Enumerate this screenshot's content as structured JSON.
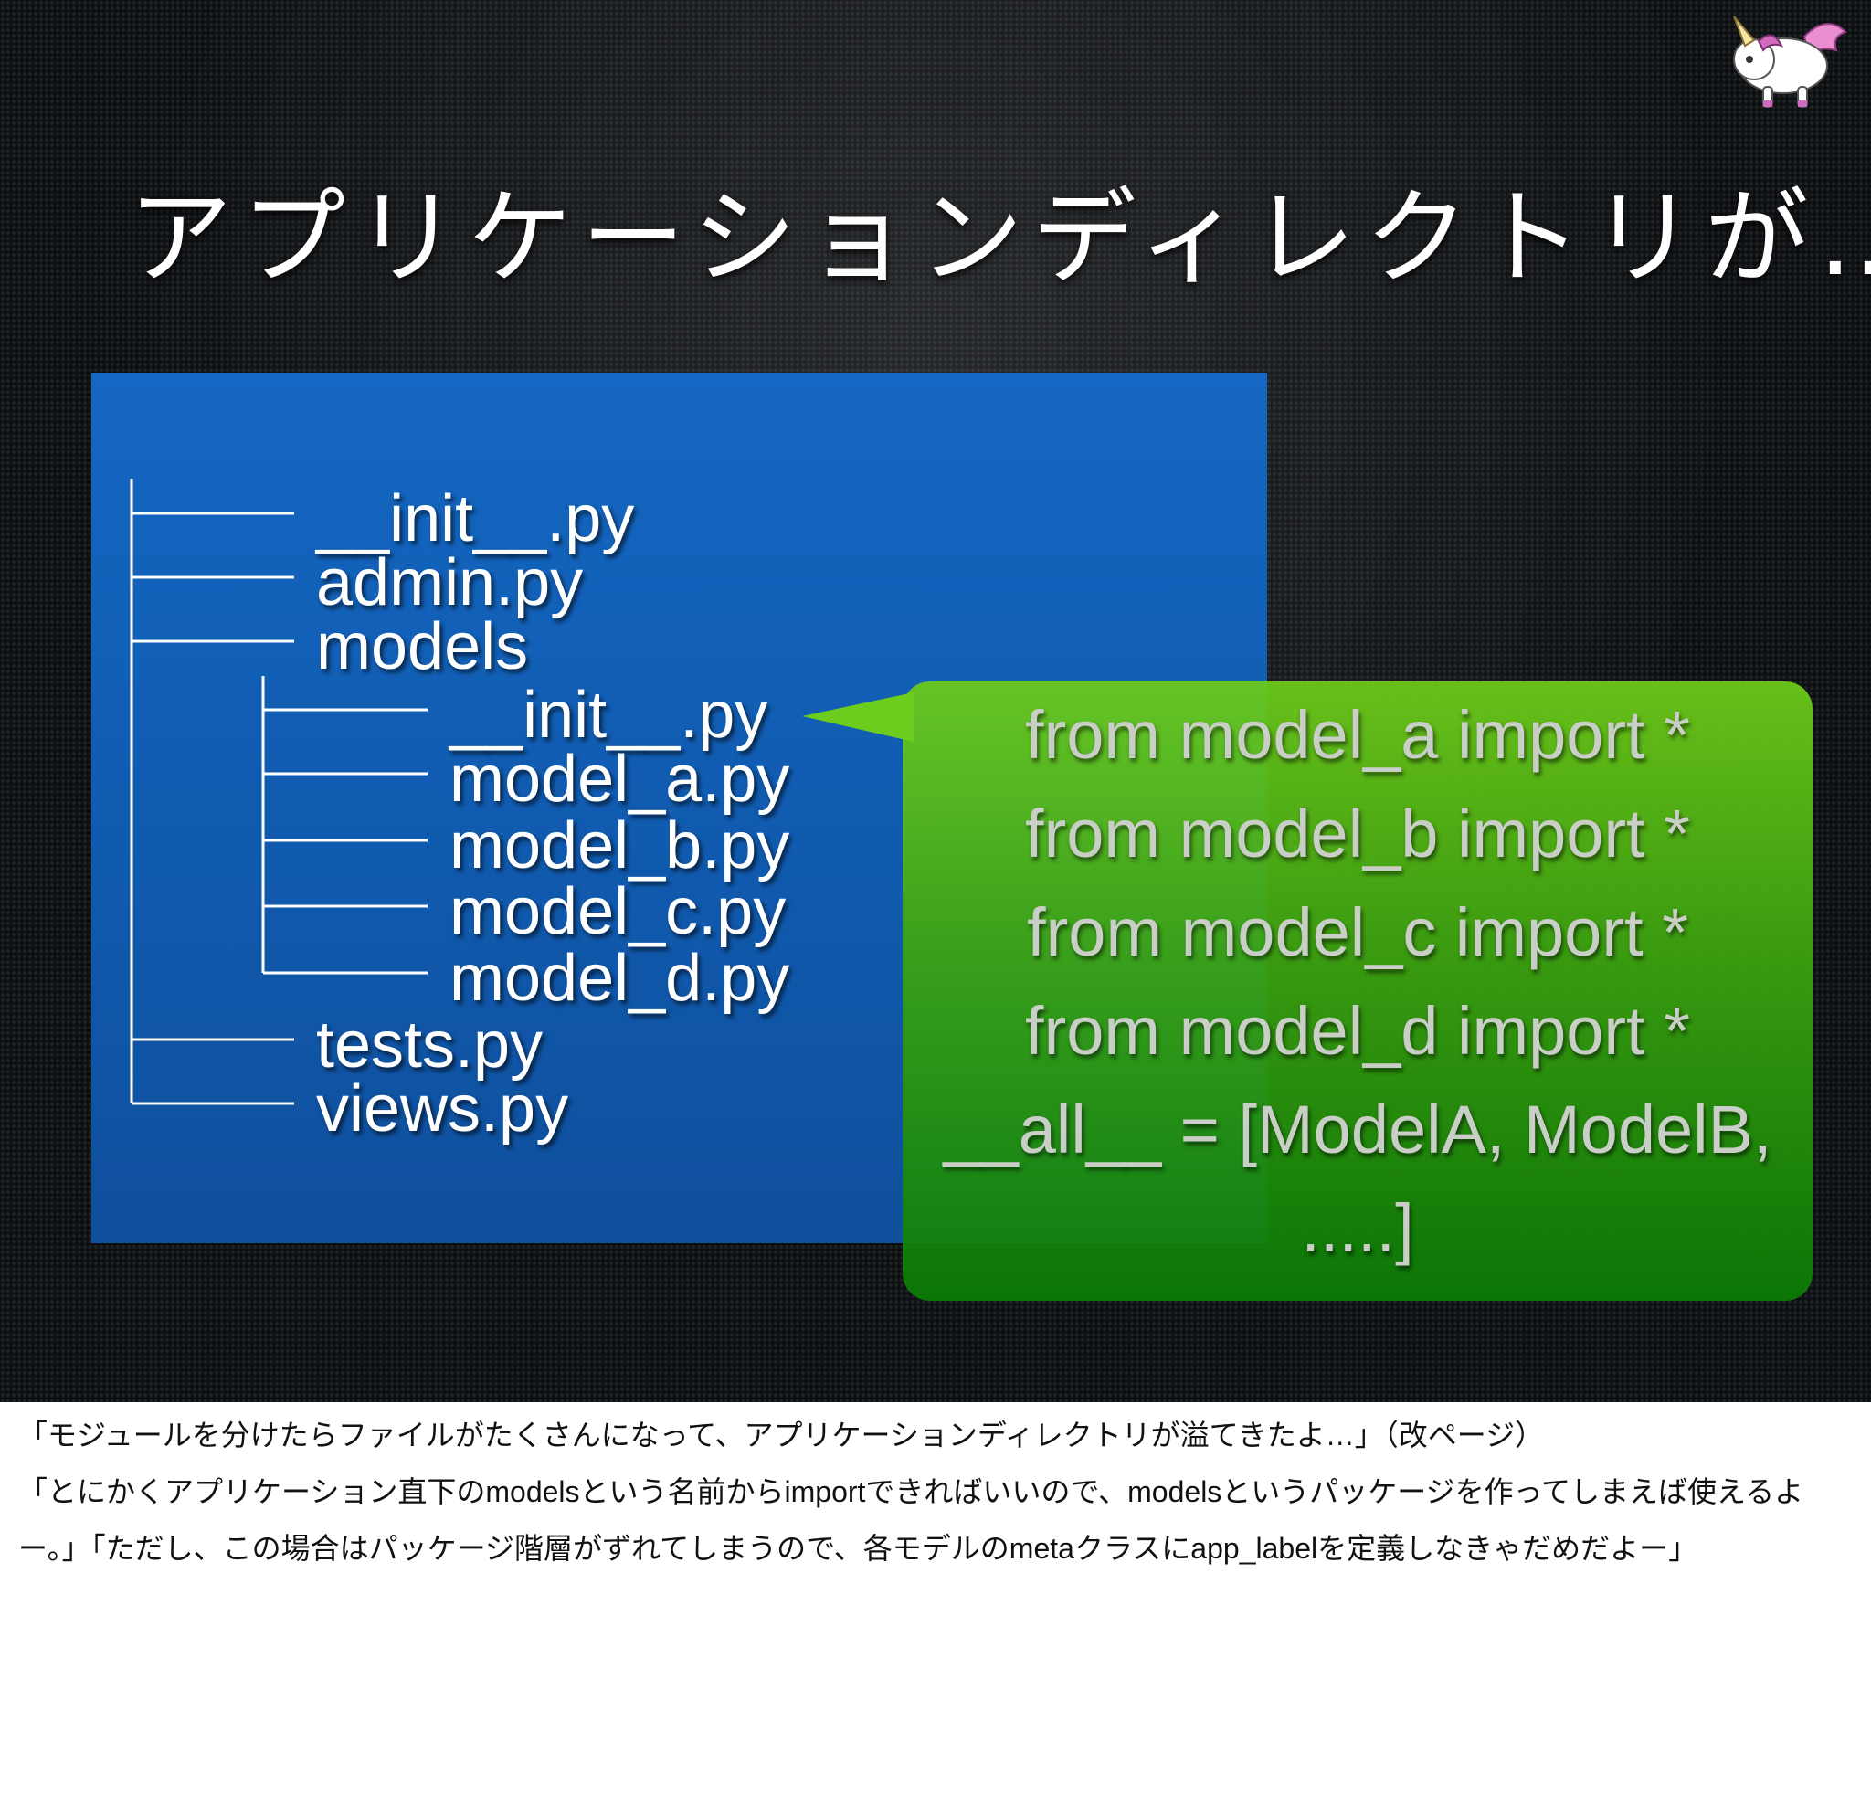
{
  "slide": {
    "title": "アプリケーションディレクトリが…",
    "tree": [
      {
        "label": "__init__.py",
        "level": 0
      },
      {
        "label": "admin.py",
        "level": 0
      },
      {
        "label": "models",
        "level": 0
      },
      {
        "label": "__init__.py",
        "level": 1
      },
      {
        "label": "model_a.py",
        "level": 1
      },
      {
        "label": "model_b.py",
        "level": 1
      },
      {
        "label": "model_c.py",
        "level": 1
      },
      {
        "label": "model_d.py",
        "level": 1
      },
      {
        "label": "tests.py",
        "level": 0
      },
      {
        "label": "views.py",
        "level": 0
      }
    ],
    "bubble_lines": [
      "from model_a import *",
      "from model_b import *",
      "from model_c import *",
      "from model_d import *",
      "__all__ = [ModelA, ModelB,",
      ".....]"
    ],
    "colors": {
      "panel_blue": "#1467c2",
      "bubble_green": "#4cb814",
      "code_text": "#c9cfc6"
    },
    "mascot_icon": "unicorn-icon"
  },
  "notes": {
    "line1": "「モジュールを分けたらファイルがたくさんになって、アプリケーションディレクトリが溢てきたよ…」（改ページ）",
    "line2": "「とにかくアプリケーション直下のmodelsという名前からimportできればいいので、modelsというパッケージを作ってしまえば使えるよー。」「ただし、この場合はパッケージ階層がずれてしまうので、各モデルのmetaクラスにapp_labelを定義しなきゃだめだよー」"
  }
}
